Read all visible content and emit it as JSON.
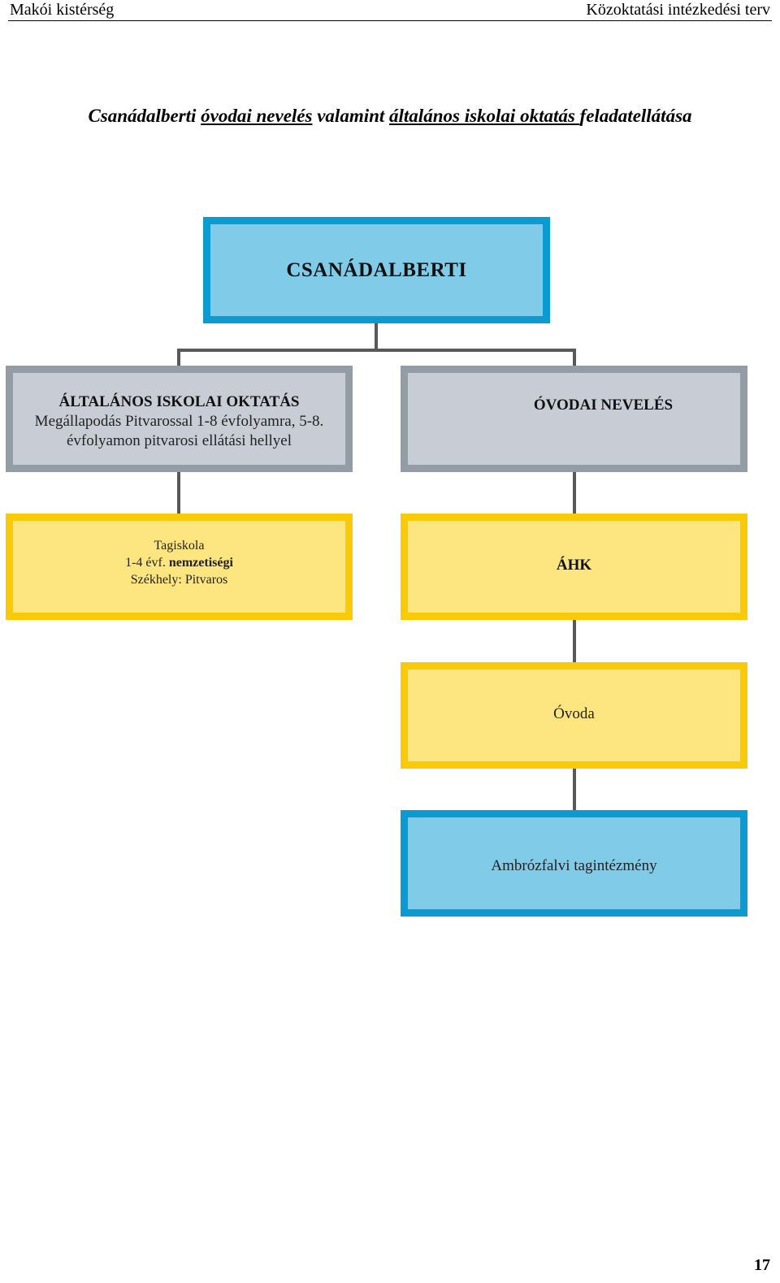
{
  "header": {
    "left": "Makói kistérség",
    "right": "Közoktatási intézkedési terv"
  },
  "title": {
    "part1": "Csanádalberti ",
    "part2": "óvodai nevelés",
    "part3": " valamint ",
    "part4": "általános iskolai oktatás ",
    "part5": "feladatellátása"
  },
  "diagram": {
    "root": {
      "label": "CSANÁDALBERTI"
    },
    "school": {
      "title": "ÁLTALÁNOS ISKOLAI OKTATÁS",
      "line1": "Megállapodás Pitvarossal 1-8 évfolyamra, 5-8.",
      "line2": "évfolyamon pitvarosi ellátási hellyel"
    },
    "kindergarten": {
      "title": "ÓVODAI NEVELÉS"
    },
    "member_school": {
      "line1": "Tagiskola",
      "line2_plain": "1-4 évf. ",
      "line2_bold": "nemzetiségi",
      "line3": "Székhely: Pitvaros"
    },
    "ahk": {
      "label": "ÁHK"
    },
    "ovoda": {
      "label": "Óvoda"
    },
    "ambrozfalva": {
      "label": "Ambrózfalvi tagintézmény"
    }
  },
  "colors": {
    "blue_fill": "#7fcbe8",
    "blue_border": "#0b9bd0",
    "gray_fill": "#c8cdd5",
    "gray_border": "#949ca6",
    "yellow_fill": "#fde67f",
    "yellow_border": "#f9cb06",
    "connector": "#595959"
  },
  "footer": {
    "page_number": "17"
  }
}
